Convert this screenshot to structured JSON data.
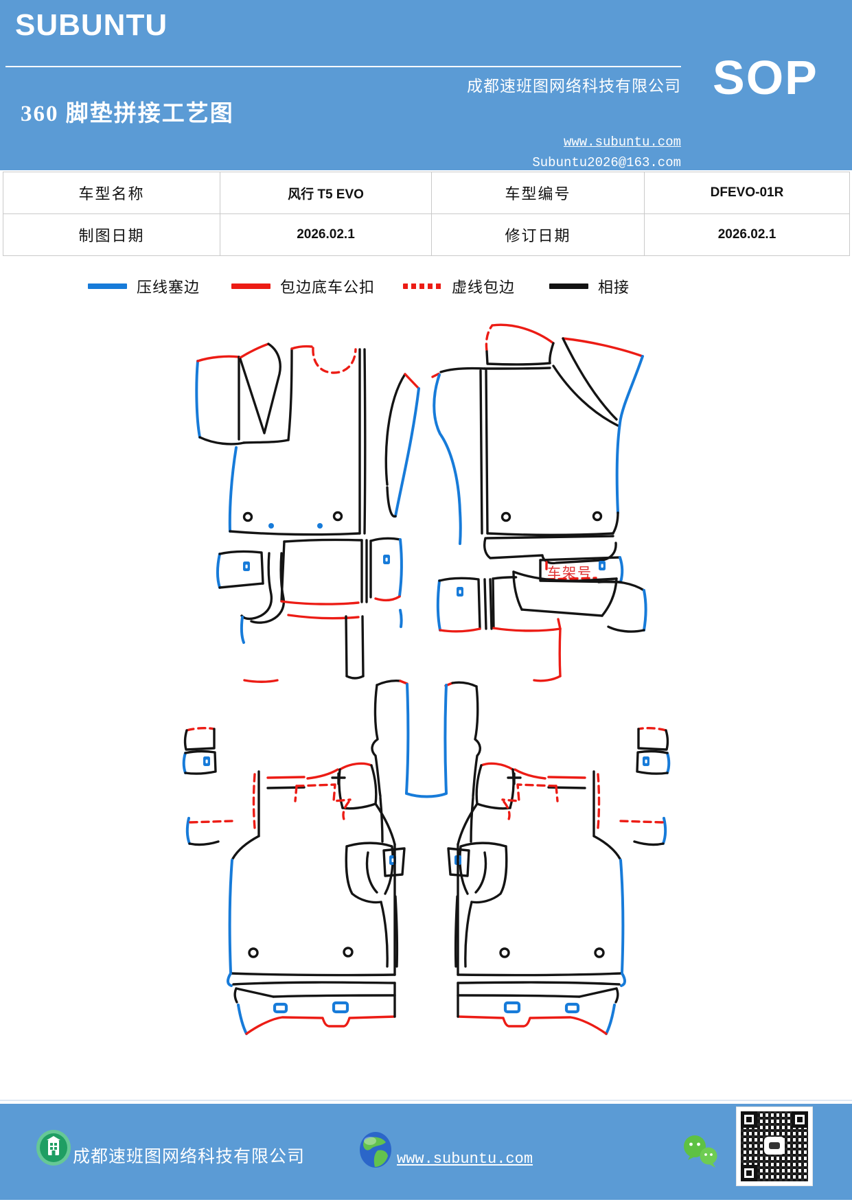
{
  "header": {
    "brand": "SUBUNTU",
    "company": "成都速班图网络科技有限公司",
    "badge": "SOP",
    "title": "360 脚垫拼接工艺图",
    "website": "www.subuntu.com",
    "email": "Subuntu2026@163.com"
  },
  "info_table": {
    "rows": [
      [
        "车型名称",
        "风行 T5 EVO",
        "车型编号",
        "DFEVO-01R"
      ],
      [
        "制图日期",
        "2026.02.1",
        "修订日期",
        "2026.02.1"
      ]
    ]
  },
  "legend": {
    "items": [
      {
        "label": "压线塞边",
        "color": "#177BD9",
        "style": "solid"
      },
      {
        "label": "包边底车公扣",
        "color": "#EC1C15",
        "style": "solid"
      },
      {
        "label": "虚线包边",
        "color": "#EC1C15",
        "style": "dashed"
      },
      {
        "label": "相接",
        "color": "#121212",
        "style": "solid"
      }
    ]
  },
  "diagram": {
    "vin_label": "车架号",
    "line_colors": {
      "press_edge_blue": "#177BD9",
      "binding_male_buckle_red": "#EC1C15",
      "dashed_binding_red": "#EC1C15",
      "joint_black": "#141414"
    }
  },
  "footer": {
    "company": "成都速班图网络科技有限公司",
    "website": "www.subuntu.com",
    "icons": {
      "building": "building-icon",
      "globe": "globe-icon",
      "wechat": "wechat-icon",
      "qr": "qr-code"
    }
  },
  "theme": {
    "band_blue": "#5B9BD5",
    "table_border": "#C9C9C9"
  }
}
